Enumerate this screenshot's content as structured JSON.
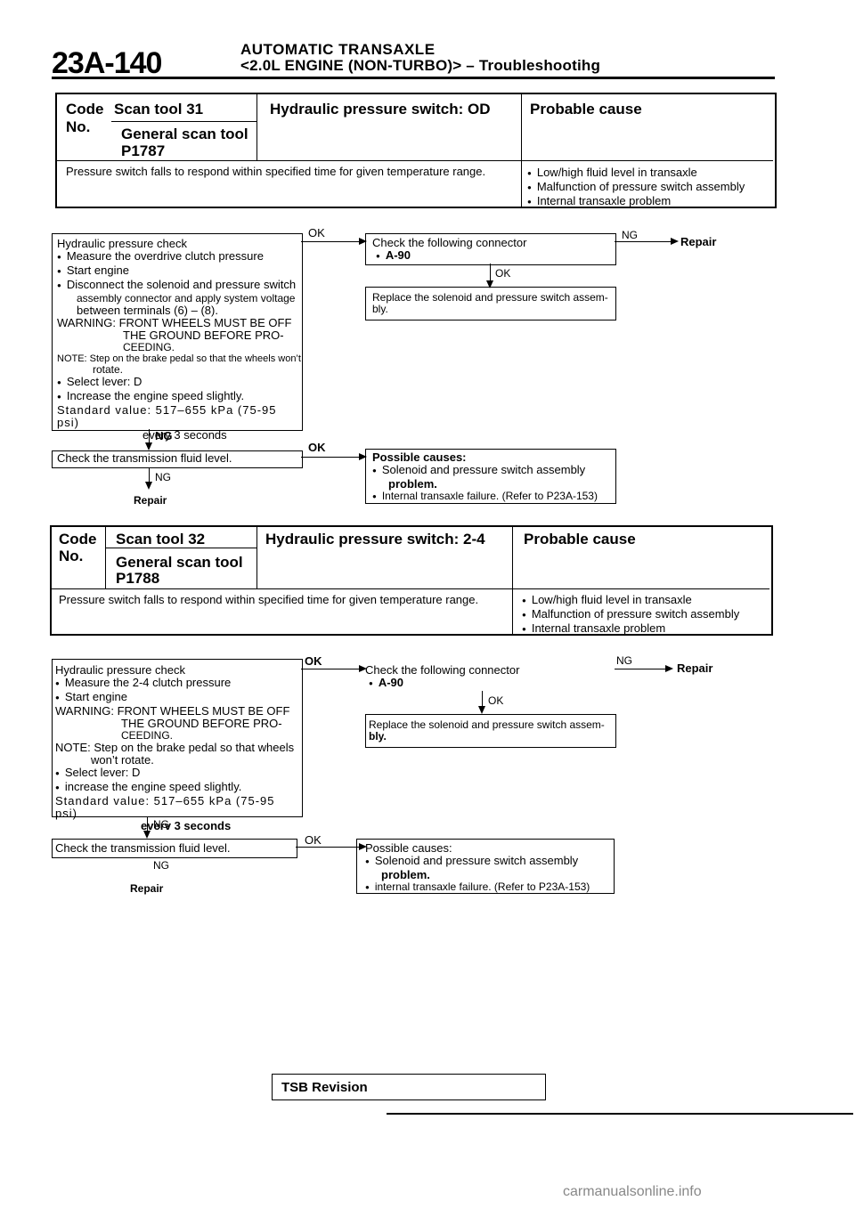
{
  "header": {
    "code": "23A-140",
    "title_line1": "AUTOMATIC TRANSAXLE",
    "title_line2": "<2.0L ENGINE (NON-TURBO)> – Troubleshootihg"
  },
  "section1": {
    "code_label": "Code",
    "no_label": "No.",
    "scan_tool": "Scan tool 31",
    "general_scan_tool": "General scan tool",
    "p_code": "P1787",
    "title": "Hydraulic pressure switch: OD",
    "probable_cause": "Probable cause",
    "description": "Pressure switch falls to respond within specified time for given temperature range.",
    "causes": [
      "Low/high fluid level in transaxle",
      "Malfunction of pressure switch assembly",
      "Internal transaxle problem"
    ],
    "check_box": {
      "title": "Hydraulic pressure check",
      "l1": "Measure the overdrive clutch pressure",
      "l2": "Start engine",
      "l3": "Disconnect the solenoid and pressure switch",
      "l4": "assembly connector and apply system voltage",
      "l5": "between terminals (6) – (8).",
      "w1": "WARNING: FRONT WHEELS MUST BE OFF",
      "w2": "THE GROUND BEFORE PRO-",
      "w3": "CEEDING.",
      "n1": "NOTE: Step on the brake pedal so that the wheels won’t",
      "n2": "rotate.",
      "l6": "Select lever: D",
      "l7": "Increase the engine speed slightly.",
      "s1": "Standard value: 517–655 kPa (75-95 psi)",
      "s2": "every 3 seconds"
    },
    "ok": "OK",
    "ng": "NG",
    "ok2": "OK",
    "ng2": "NG",
    "ok3": "OK",
    "ng3": "NG",
    "connector_box": {
      "l1": "Check the following connector",
      "l2": "A-90"
    },
    "repair": "Repair",
    "repair2": "Repair",
    "replace_box": {
      "l1": "Replace the solenoid and pressure switch assem-",
      "l2": "bly."
    },
    "fluid": "Check the transmission fluid level.",
    "possible": {
      "title": "Possible causes:",
      "l1": "Solenoid and pressure switch assembly",
      "l2": "problem.",
      "l3": "Internal transaxle failure. (Refer to P23A-153)"
    }
  },
  "section2": {
    "code_label": "Code",
    "no_label": "No.",
    "scan_tool": "Scan tool 32",
    "general_scan_tool": "General scan tool",
    "p_code": "P1788",
    "title": "Hydraulic pressure switch: 2-4",
    "probable_cause": "Probable cause",
    "description": "Pressure switch falls to respond within specified time for given temperature range.",
    "causes": [
      "Low/high fluid level in transaxle",
      "Malfunction of pressure switch assembly",
      "Internal transaxle problem"
    ],
    "check_box": {
      "title": "Hydraulic pressure check",
      "l1": "Measure the 2-4 clutch pressure",
      "l2": "Start engine",
      "w1": "WARNING: FRONT WHEELS MUST BE OFF",
      "w2": "THE GROUND BEFORE PRO-",
      "w3": "CEEDING.",
      "n1": "NOTE: Step on the brake pedal so that wheels",
      "n2": "won’t rotate.",
      "l6": "Select lever: D",
      "l7": "increase the engine speed slightly.",
      "s1": "Standard value: 517–655 kPa (75-95 psi)",
      "s2": "everv 3 seconds"
    },
    "ok": "OK",
    "ng": "NG",
    "ok2": "OK",
    "ng2": "NG",
    "ok3": "OK",
    "ng3": "NG",
    "connector_box": {
      "l1": "Check the following connector",
      "l2": "A-90"
    },
    "repair": "Repair",
    "repair2": "Repair",
    "replace_box": {
      "l1": "Replace the solenoid and pressure switch assem-",
      "l2": "bly."
    },
    "fluid": "Check the transmission fluid level.",
    "possible": {
      "title": "Possible causes:",
      "l1": "Solenoid and pressure switch assembly",
      "l2": "problem.",
      "l3": "internal transaxle failure. (Refer to P23A-153)"
    }
  },
  "footer": {
    "tsb": "TSB Revision",
    "watermark": "carmanualsonline.info"
  }
}
